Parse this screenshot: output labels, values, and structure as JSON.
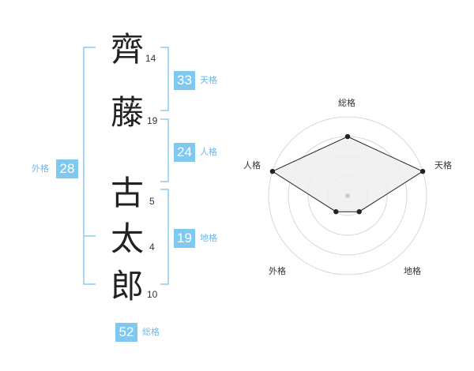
{
  "name": {
    "characters": [
      {
        "char": "齊",
        "strokes": "14"
      },
      {
        "char": "藤",
        "strokes": "19"
      },
      {
        "char": "古",
        "strokes": "5"
      },
      {
        "char": "太",
        "strokes": "4"
      },
      {
        "char": "郎",
        "strokes": "10"
      }
    ]
  },
  "fortune": {
    "tenkaku": {
      "value": "33",
      "label": "天格"
    },
    "jinkaku": {
      "value": "24",
      "label": "人格"
    },
    "chikaku": {
      "value": "19",
      "label": "地格"
    },
    "gaikaku": {
      "value": "28",
      "label": "外格"
    },
    "soukaku": {
      "value": "52",
      "label": "総格"
    }
  },
  "colors": {
    "accent": "#7fc8f0",
    "bracket": "#8ccbf0",
    "grid": "#d8d8d8",
    "fill": "#eeeeee"
  },
  "radar": {
    "axes": [
      "総格",
      "天格",
      "地格",
      "外格",
      "人格"
    ],
    "levels": 4,
    "max": 4,
    "values": [
      3,
      4,
      1,
      1,
      4
    ]
  }
}
